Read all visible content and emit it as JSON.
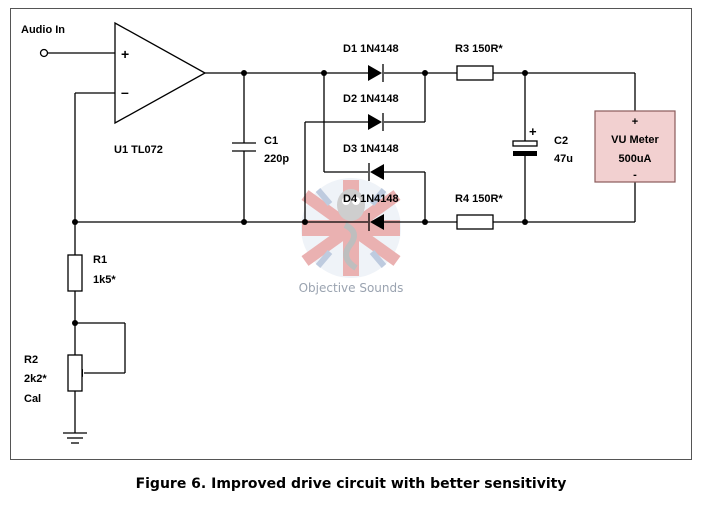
{
  "labels": {
    "audio_in": "Audio In",
    "opamp_plus": "+",
    "opamp_minus": "–",
    "u1": "U1 TL072",
    "c1_name": "C1",
    "c1_value": "220p",
    "d1": "D1 1N4148",
    "d2": "D2 1N4148",
    "d3": "D3 1N4148",
    "d4": "D4 1N4148",
    "r3": "R3 150R*",
    "r4": "R4 150R*",
    "c2_name": "C2",
    "c2_value": "47u",
    "c2_plus": "+",
    "vu_plus": "+",
    "vu_name": "VU Meter",
    "vu_value": "500uA",
    "vu_minus": "-",
    "r1_name": "R1",
    "r1_value": "1k5*",
    "r2_name": "R2",
    "r2_value": "2k2*",
    "r2_note": "Cal"
  },
  "watermark": {
    "text": "Objective Sounds"
  },
  "caption": "Figure 6. Improved drive circuit with better sensitivity",
  "colors": {
    "vu_fill": "#f2d0d0",
    "vu_stroke": "#8a5a5a",
    "wm_red": "#e8a9a9",
    "wm_blue": "#b8c6dc"
  }
}
